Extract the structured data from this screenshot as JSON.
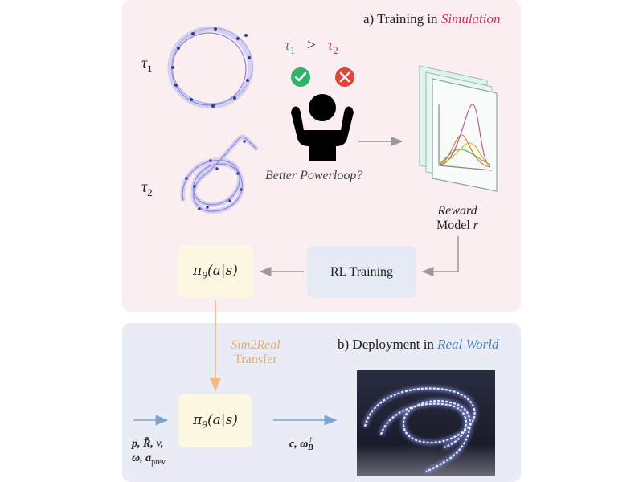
{
  "panel_a": {
    "title_prefix": "a) Training in",
    "title_accent": "Simulation",
    "accent_color": "#c8325a",
    "tau1": "τ",
    "tau1_sub": "1",
    "tau2": "τ",
    "tau2_sub": "2",
    "pref_left": "τ",
    "pref_left_sub": "1",
    "pref_op": ">",
    "pref_right": "τ",
    "pref_right_sub": "2",
    "pref_left_color": "#2e9e6a",
    "pref_right_color": "#c8325a",
    "question": "Better Powerloop?",
    "reward_line1": "Reward",
    "reward_line2_prefix": "Model",
    "reward_line2_var": "r",
    "rl_training": "RL Training",
    "policy_pi": "π",
    "policy_theta": "θ",
    "policy_rest": "(a|s)"
  },
  "transfer": {
    "line1": "Sim2Real",
    "line2": "Transfer",
    "color": "#f0a868"
  },
  "panel_b": {
    "title_prefix": "b) Deployment in",
    "title_accent": "Real World",
    "accent_color": "#4a7fb8",
    "policy_pi": "π",
    "policy_theta": "θ",
    "policy_rest": "(a|s)",
    "inputs_line1": "p, R̃, v,",
    "inputs_line2_prefix": "ω,",
    "inputs_line2_a": "a",
    "inputs_line2_sub": "prev",
    "outputs_c": "c,",
    "outputs_omega": "ω",
    "outputs_sup": "⊺",
    "outputs_sub": "B"
  },
  "colors": {
    "check": "#2fb36b",
    "cross": "#e2433b",
    "arrow_gray": "#9a9a9a",
    "arrow_blue": "#7ea3cf",
    "arrow_orange": "#f3b98a"
  }
}
